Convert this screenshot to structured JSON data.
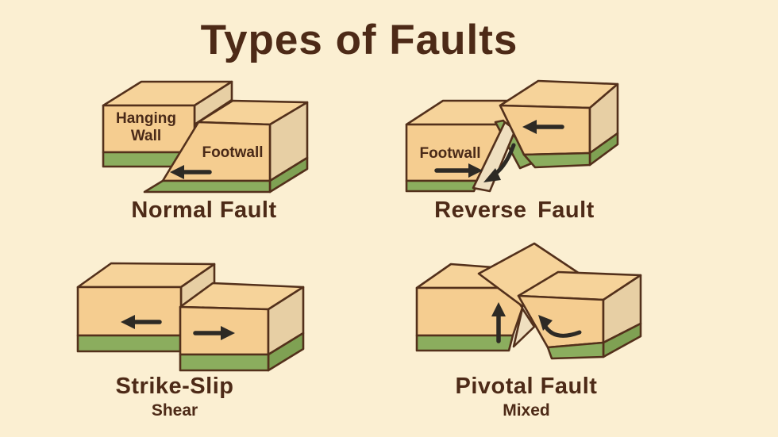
{
  "title": "Types of Faults",
  "colors": {
    "background": "#FBEFD2",
    "block_front": "#F5CD90",
    "block_top": "#F6D39A",
    "block_side": "#E7CFA4",
    "fault_surface": "#EFDFC0",
    "soil_green": "#8BAD5E",
    "soil_green_side": "#7FA153",
    "outline": "#53301B",
    "arrow": "#2D2A25",
    "text": "#4D2A17"
  },
  "panels": {
    "normal": {
      "caption": "Normal Fault",
      "hanging_wall_label_line1": "Hanging",
      "hanging_wall_label_line2": "Wall",
      "footwall_label": "Footwall"
    },
    "reverse": {
      "caption": "Reverse Fault",
      "footwall_label": "Footwall"
    },
    "strike_slip": {
      "caption": "Strike-Slip",
      "subcaption": "Shear"
    },
    "pivotal": {
      "caption": "Pivotal Fault",
      "subcaption": "Mixed"
    }
  }
}
